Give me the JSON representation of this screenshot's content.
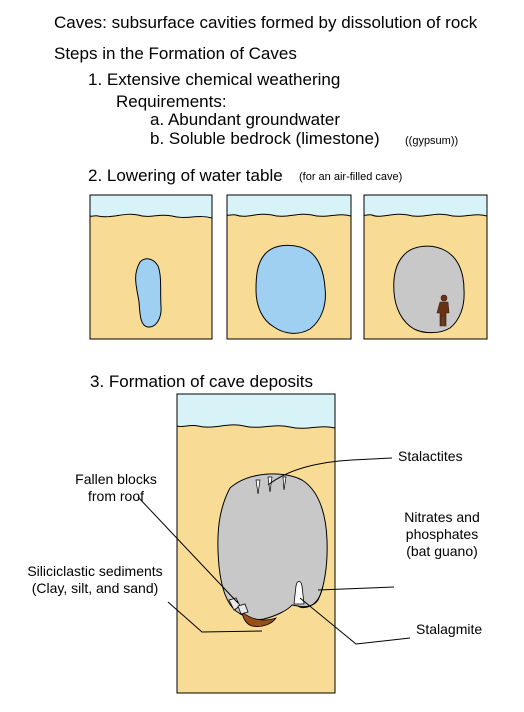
{
  "intro": {
    "definition": "Caves: subsurface cavities formed by dissolution of rock",
    "steps_heading": "Steps in the Formation of Caves"
  },
  "step1": {
    "title": "1. Extensive chemical weathering",
    "requirements_label": "Requirements:",
    "req_a": "a. Abundant groundwater",
    "req_b": "b. Soluble bedrock (limestone)",
    "req_b_note": "((gypsum))"
  },
  "step2": {
    "title": "2. Lowering of water table",
    "note": "(for an air-filled cave)"
  },
  "step3": {
    "title": "3. Formation of cave deposits",
    "labels": {
      "stalactites": "Stalactites",
      "fallen_blocks_line1": "Fallen blocks",
      "fallen_blocks_line2": "from roof",
      "nitrates_line1": "Nitrates and",
      "nitrates_line2": "phosphates",
      "nitrates_line3": "(bat guano)",
      "siliciclastic_line1": "Siliciclastic sediments",
      "siliciclastic_line2": "(Clay, silt, and sand)",
      "stalagmite": "Stalagmite"
    }
  },
  "colors": {
    "sky": "#d8f3f8",
    "rock": "#f8dc96",
    "water": "#9fd0f2",
    "air_cave": "#c8c8c8",
    "sediment": "#9a4f18",
    "outline": "#000000"
  }
}
